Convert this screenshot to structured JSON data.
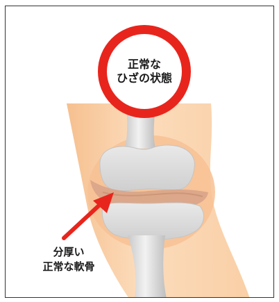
{
  "badge": {
    "line1": "正常な",
    "line2": "ひざの状態"
  },
  "cartilage_label": {
    "line1": "分厚い",
    "line2": "正常な軟骨"
  },
  "colors": {
    "badge_red": "#e8251c",
    "leg_skin": "#fbd7b3",
    "knee_shadow": "#f7c79a",
    "bone": "#dcdcdc",
    "cartilage": "#d9a98a",
    "arrow": "#e8251c"
  }
}
